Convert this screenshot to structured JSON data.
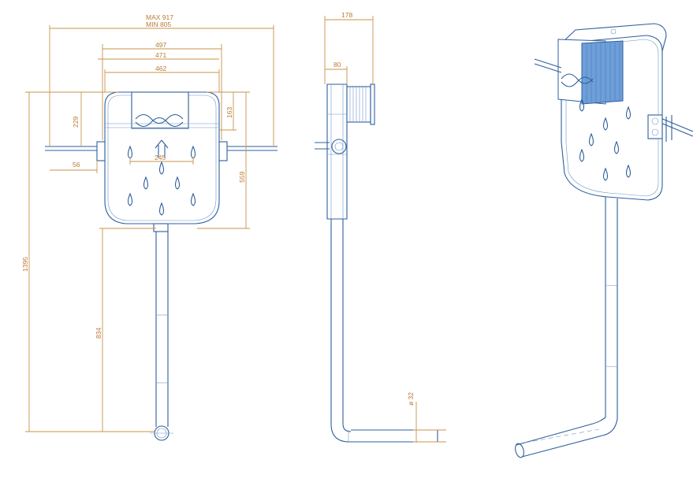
{
  "dimensions": {
    "overall_max": "MAX 917",
    "overall_min": "MIN 805",
    "width_497": "497",
    "width_471": "471",
    "width_462": "462",
    "height_229": "229",
    "height_163": "163",
    "height_559": "559",
    "height_1395": "1395",
    "height_834": "834",
    "spacing_56": "56",
    "spacing_245": "245",
    "depth_178": "178",
    "depth_80": "80",
    "pipe_diameter": "ø 32"
  },
  "colors": {
    "dimension": "#c8934a",
    "drawing": "#2f5f9c",
    "panel_stripes": "#4f7fc0"
  }
}
